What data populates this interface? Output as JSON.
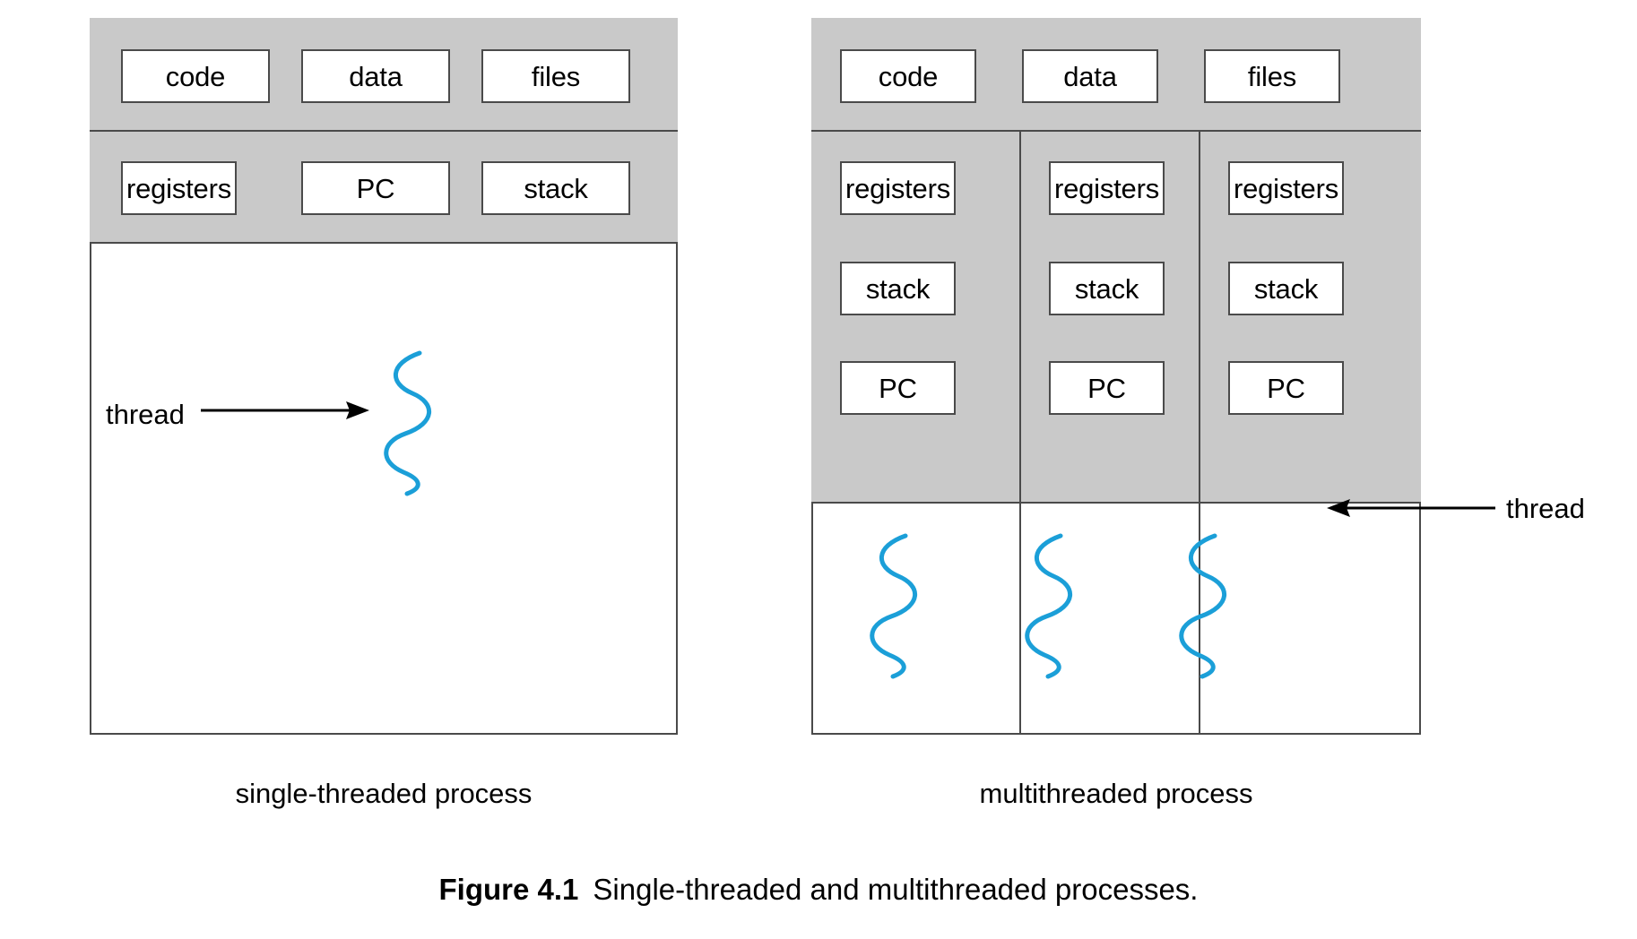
{
  "figure": {
    "number_label": "Figure 4.1",
    "caption_text": "Single-threaded and multithreaded processes.",
    "accent_thread_color": "#1b9fd8",
    "band_gray_color": "#c9c9c9",
    "border_color": "#4a4a4a"
  },
  "single_threaded": {
    "caption": "single-threaded process",
    "shared_row": [
      {
        "label": "code"
      },
      {
        "label": "data"
      },
      {
        "label": "files"
      }
    ],
    "thread_row": [
      {
        "label": "registers"
      },
      {
        "label": "PC"
      },
      {
        "label": "stack"
      }
    ],
    "annotation": {
      "label": "thread",
      "arrow_direction": "right"
    },
    "thread_count": 1
  },
  "multithreaded": {
    "caption": "multithreaded process",
    "shared_row": [
      {
        "label": "code"
      },
      {
        "label": "data"
      },
      {
        "label": "files"
      }
    ],
    "threads": [
      {
        "items": [
          {
            "label": "registers"
          },
          {
            "label": "stack"
          },
          {
            "label": "PC"
          }
        ]
      },
      {
        "items": [
          {
            "label": "registers"
          },
          {
            "label": "stack"
          },
          {
            "label": "PC"
          }
        ]
      },
      {
        "items": [
          {
            "label": "registers"
          },
          {
            "label": "stack"
          },
          {
            "label": "PC"
          }
        ]
      }
    ],
    "annotation": {
      "label": "thread",
      "arrow_direction": "left"
    },
    "thread_count": 3
  }
}
